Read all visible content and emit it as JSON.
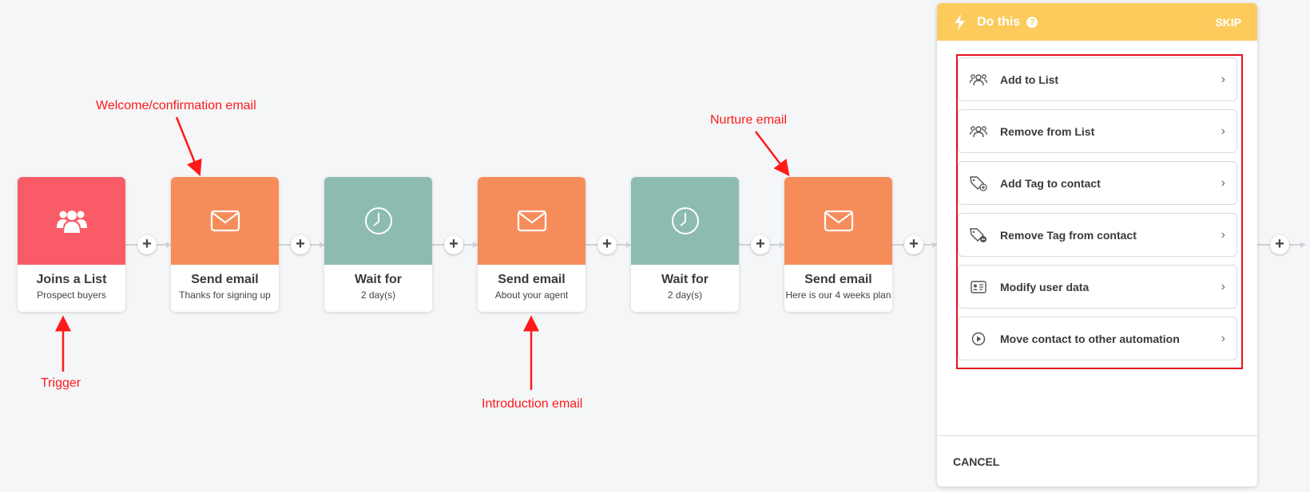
{
  "workflow": {
    "nodes": [
      {
        "title": "Joins a List",
        "subtitle": "Prospect buyers",
        "icon": "group-icon",
        "color": "#f95c66"
      },
      {
        "title": "Send email",
        "subtitle": "Thanks for signing up",
        "icon": "mail-icon",
        "color": "#f68c5a"
      },
      {
        "title": "Wait for",
        "subtitle": "2 day(s)",
        "icon": "clock-icon",
        "color": "#8dbbb1"
      },
      {
        "title": "Send email",
        "subtitle": "About your agent",
        "icon": "mail-icon",
        "color": "#f68c5a"
      },
      {
        "title": "Wait for",
        "subtitle": "2 day(s)",
        "icon": "clock-icon",
        "color": "#8dbbb1"
      },
      {
        "title": "Send email",
        "subtitle": "Here is our 4 weeks plan",
        "icon": "mail-icon",
        "color": "#f68c5a"
      }
    ],
    "add_symbol": "+"
  },
  "annotations": {
    "welcome": "Welcome/confirmation email",
    "nurture": "Nurture email",
    "trigger": "Trigger",
    "introduction": "Introduction email"
  },
  "panel": {
    "title": "Do this",
    "help": "?",
    "skip": "SKIP",
    "cancel": "CANCEL",
    "actions": [
      {
        "label": "Add to List",
        "icon": "users-icon"
      },
      {
        "label": "Remove from List",
        "icon": "users-icon"
      },
      {
        "label": "Add Tag to contact",
        "icon": "tag-add-icon"
      },
      {
        "label": "Remove Tag from contact",
        "icon": "tag-remove-icon"
      },
      {
        "label": "Modify user data",
        "icon": "id-card-icon"
      },
      {
        "label": "Move contact to other automation",
        "icon": "play-circle-icon"
      }
    ],
    "chevron": "›"
  },
  "colors": {
    "accent_yellow": "#fccb5c",
    "annotation_red": "#ff1a1a",
    "highlight_box": "#e4131e"
  }
}
